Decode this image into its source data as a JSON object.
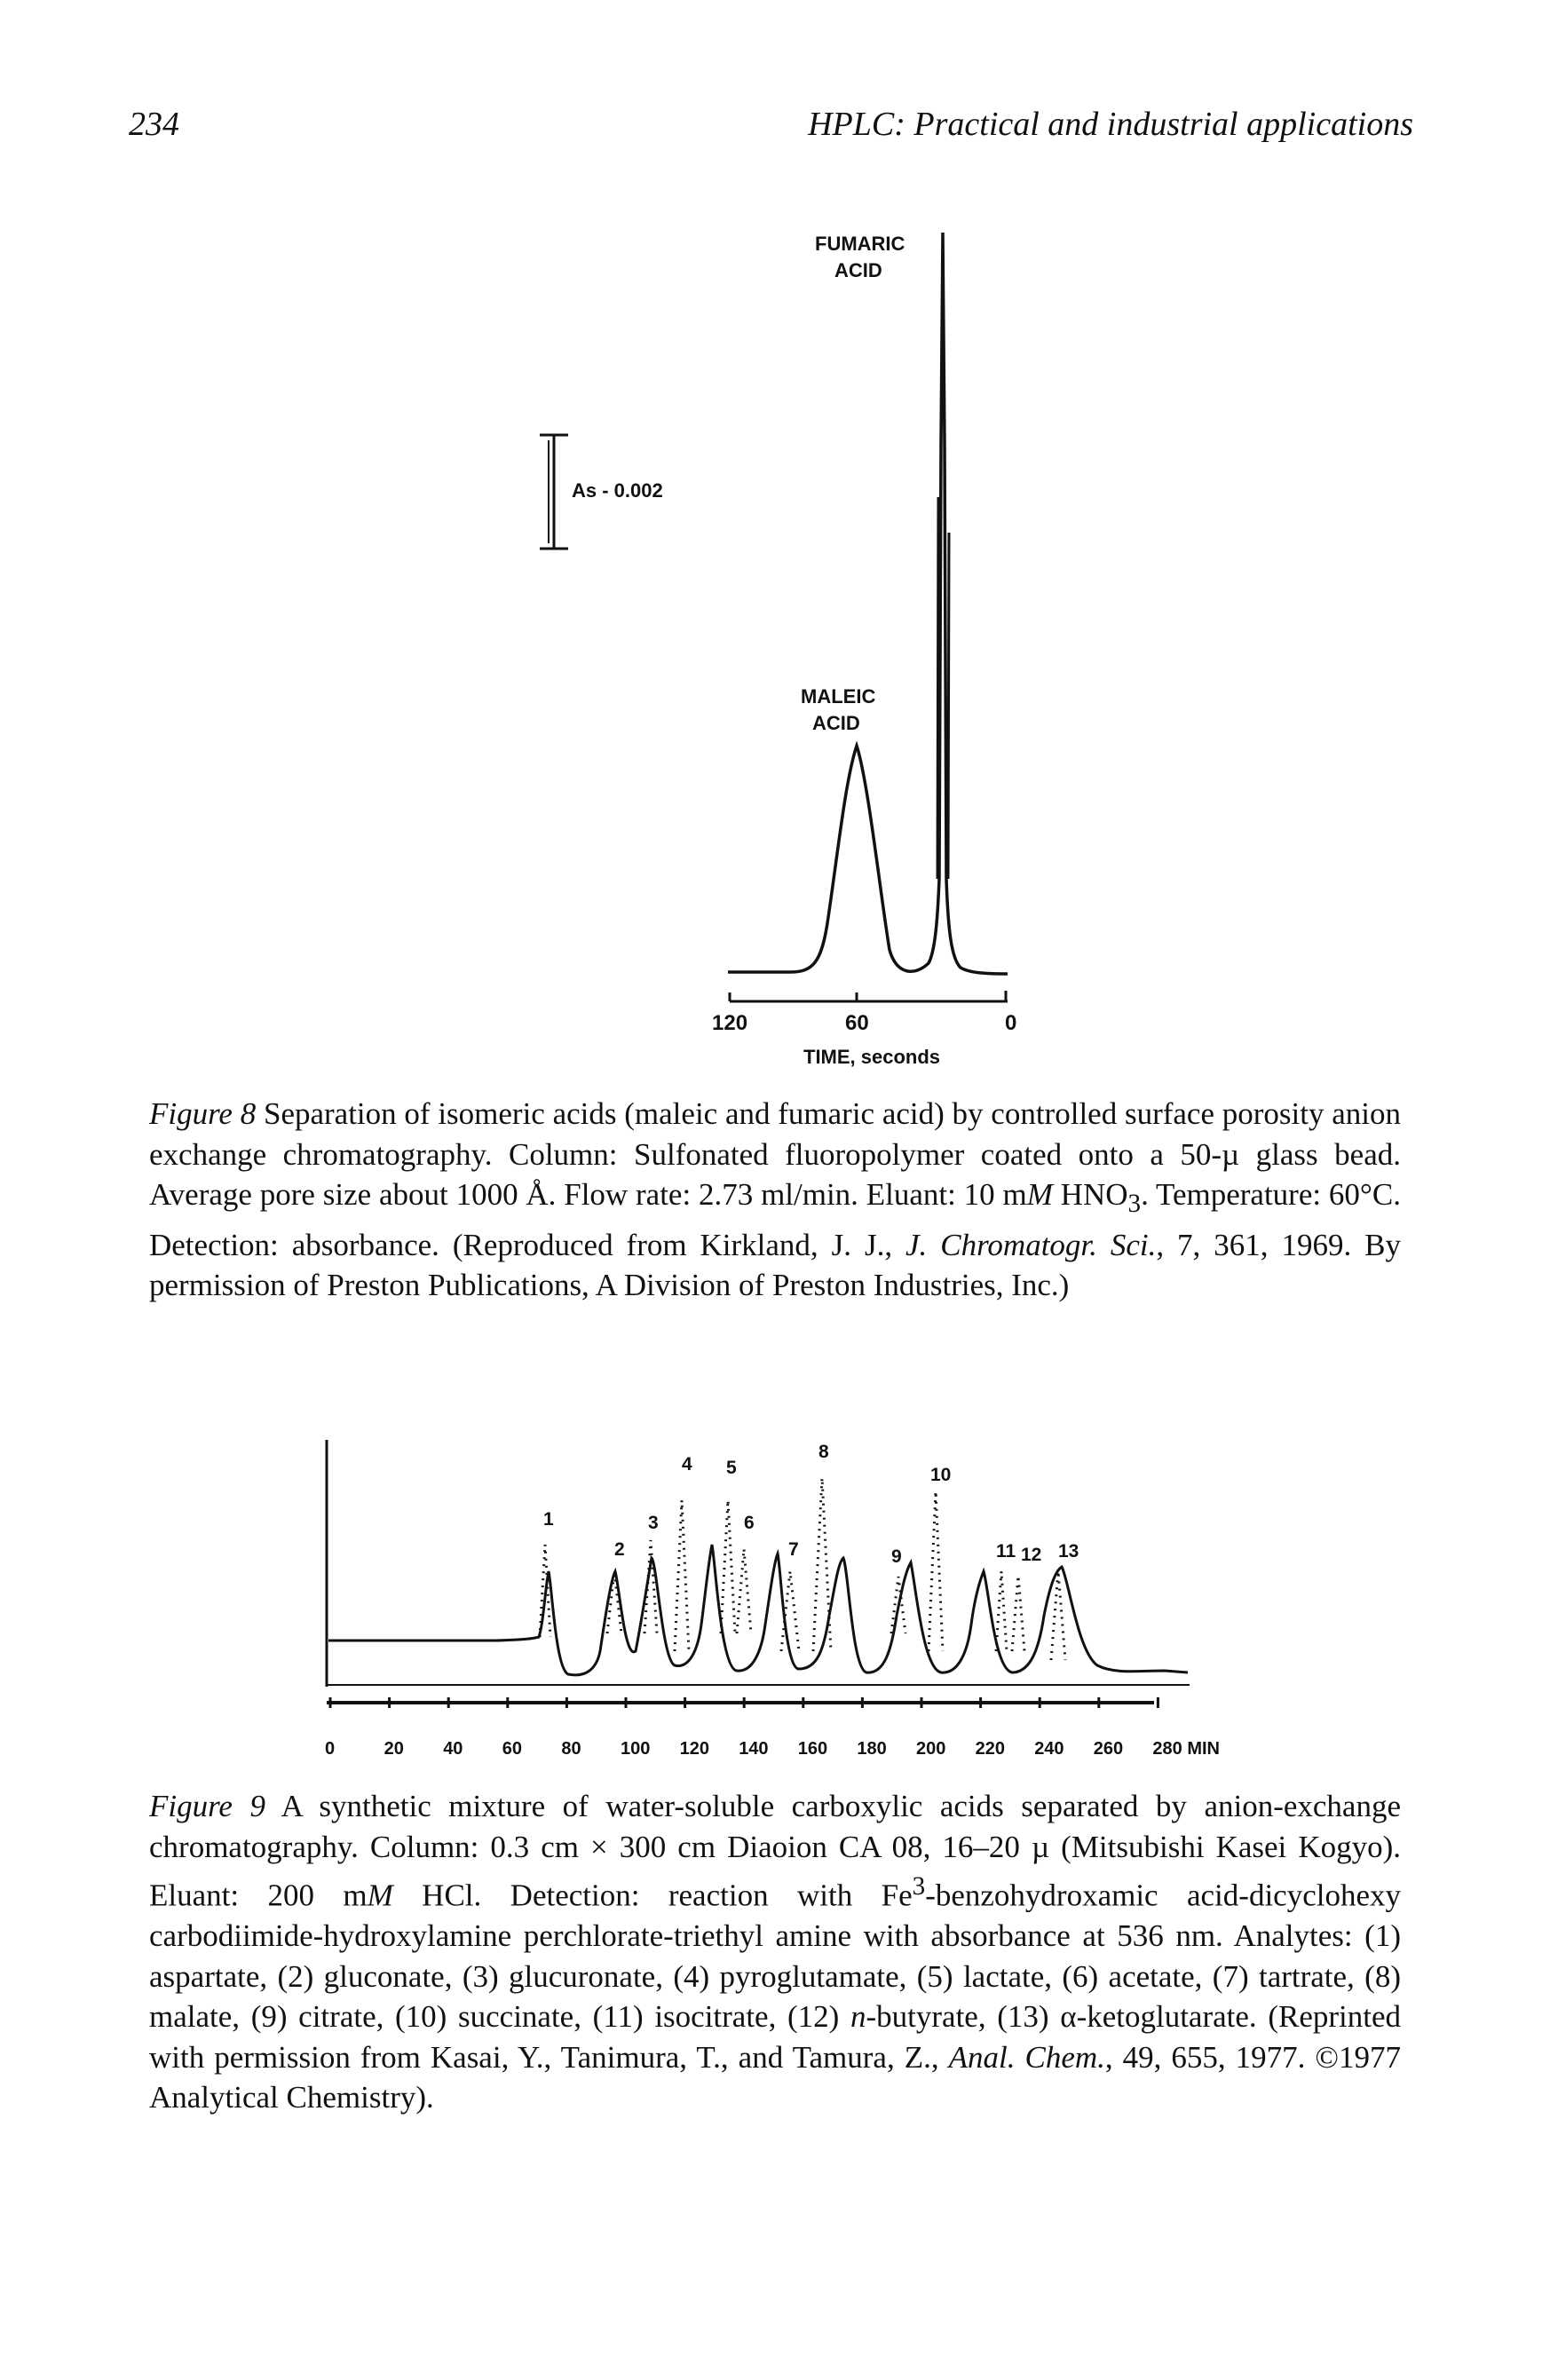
{
  "header": {
    "page_number": "234",
    "running_title": "HPLC: Practical and industrial applications"
  },
  "figure8": {
    "fumaric_label": [
      "FUMARIC",
      "ACID"
    ],
    "maleic_label": [
      "MALEIC",
      "ACID"
    ],
    "scale_label": "As - 0.002",
    "axis_ticks": [
      "120",
      "60",
      "0"
    ],
    "axis_title": "TIME, seconds",
    "caption_label": "Figure 8",
    "caption_parts": {
      "p1": " Separation of isomeric acids (maleic and fumaric acid) by controlled surface porosity anion exchange chromatography. Column: Sulfonated fluoropolymer coated onto a 50-µ glass bead. Average pore size about 1000 Å. Flow rate: 2.73 ml/min. Eluant: 10 m",
      "mM_italic": "M",
      "p2": " HNO",
      "sub3": "3",
      "p3": ". Temperature: 60°C. Detection: absorbance. (Reproduced from Kirkland, J. J., ",
      "journal_italic": "J. Chromatogr. Sci.",
      "p4": ", 7, 361, 1969. By permission of Preston Publications, A Division of Preston Industries, Inc.)"
    }
  },
  "figure9": {
    "peak_labels": [
      "1",
      "2",
      "3",
      "4",
      "5",
      "6",
      "7",
      "8",
      "9",
      "10",
      "11",
      "12",
      "13"
    ],
    "axis_ticks": [
      "0",
      "20",
      "40",
      "60",
      "80",
      "100",
      "120",
      "140",
      "160",
      "180",
      "200",
      "220",
      "240",
      "260",
      "280 MIN"
    ],
    "caption_label": "Figure 9",
    "caption_parts": {
      "p1": " A synthetic mixture of water-soluble carboxylic acids separated by anion-exchange chromatography. Column: 0.3 cm × 300 cm Diaoion CA 08, 16–20 µ (Mitsubishi Kasei Kogyo). Eluant: 200 m",
      "mM_italic": "M",
      "p2": " HCl. Detection: reaction with Fe",
      "sup3": "3",
      "p3": "-benzohydroxamic acid-dicyclohexy carbodiimide-hydroxylamine perchlorate-triethyl amine with absorbance at 536 nm. Analytes: (1) aspartate, (2) gluconate, (3) glucuronate, (4) pyroglutamate, (5) lactate, (6) acetate, (7) tartrate, (8) malate, (9) citrate, (10) succinate, (11) isocitrate, (12) ",
      "n_italic": "n",
      "p4": "-butyrate, (13) α-ketoglutarate. (Reprinted with permission from Kasai, Y., Tanimura, T., and Tamura, Z., ",
      "journal_italic": "Anal. Chem.",
      "p5": ", 49, 655, 1977. ©1977 Analytical Chemistry)."
    }
  }
}
